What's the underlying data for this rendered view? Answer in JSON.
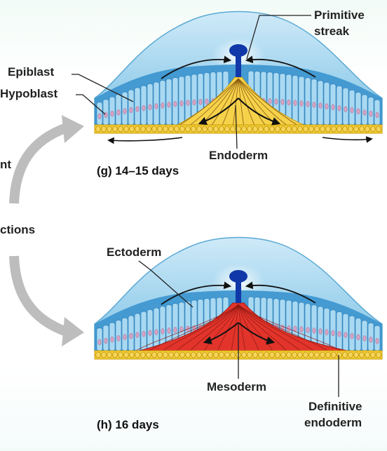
{
  "labels": {
    "epiblast": "Epiblast",
    "hypoblast": "Hypoblast",
    "primitive_streak_1": "Primitive",
    "primitive_streak_2": "streak",
    "endoderm": "Endoderm",
    "ectoderm": "Ectoderm",
    "mesoderm": "Mesoderm",
    "definitive_endoderm_1": "Definitive",
    "definitive_endoderm_2": "endoderm",
    "left_fragment_1": "nt",
    "left_fragment_2": "ctions"
  },
  "captions": {
    "g": "(g) 14–15 days",
    "h": "(h) 16 days"
  },
  "colors": {
    "amnion_fill": "#8ccbe8",
    "amnion_edge": "#5aa9d4",
    "epiblast_cells": "#3f97d0",
    "hypoblast_yellow": "#f3cd2b",
    "endoderm_yellow": "#f6d24a",
    "mesoderm_red": "#e2342b",
    "streak_blue": "#1038a8",
    "arrow_gray": "#b8b8b8",
    "nucleus_pink": "#d9a3c4"
  }
}
